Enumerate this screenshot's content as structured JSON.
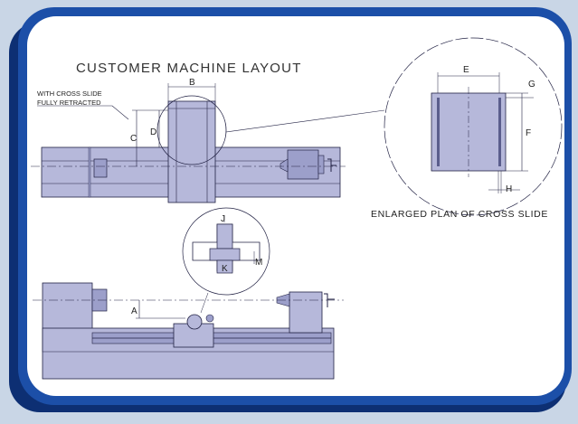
{
  "diagram": {
    "title": "CUSTOMER MACHINE LAYOUT",
    "note_line1": "WITH CROSS SLIDE",
    "note_line2": "FULLY RETRACTED",
    "dims": {
      "A": "A",
      "B": "B",
      "C": "C",
      "D": "D",
      "E": "E",
      "F": "F",
      "G": "G",
      "H": "H",
      "J": "J",
      "K": "K",
      "M": "M"
    },
    "enlarged_caption": "ENLARGED PLAN OF CROSS SLIDE"
  },
  "colors": {
    "page_bg": "#c9d6e6",
    "frame_blue": "#1c4fa8",
    "frame_dark": "#0d2f73",
    "panel_white": "#ffffff",
    "part_fill": "#b6b8da",
    "part_fill_dark": "#9c9fca",
    "line": "#222244"
  }
}
